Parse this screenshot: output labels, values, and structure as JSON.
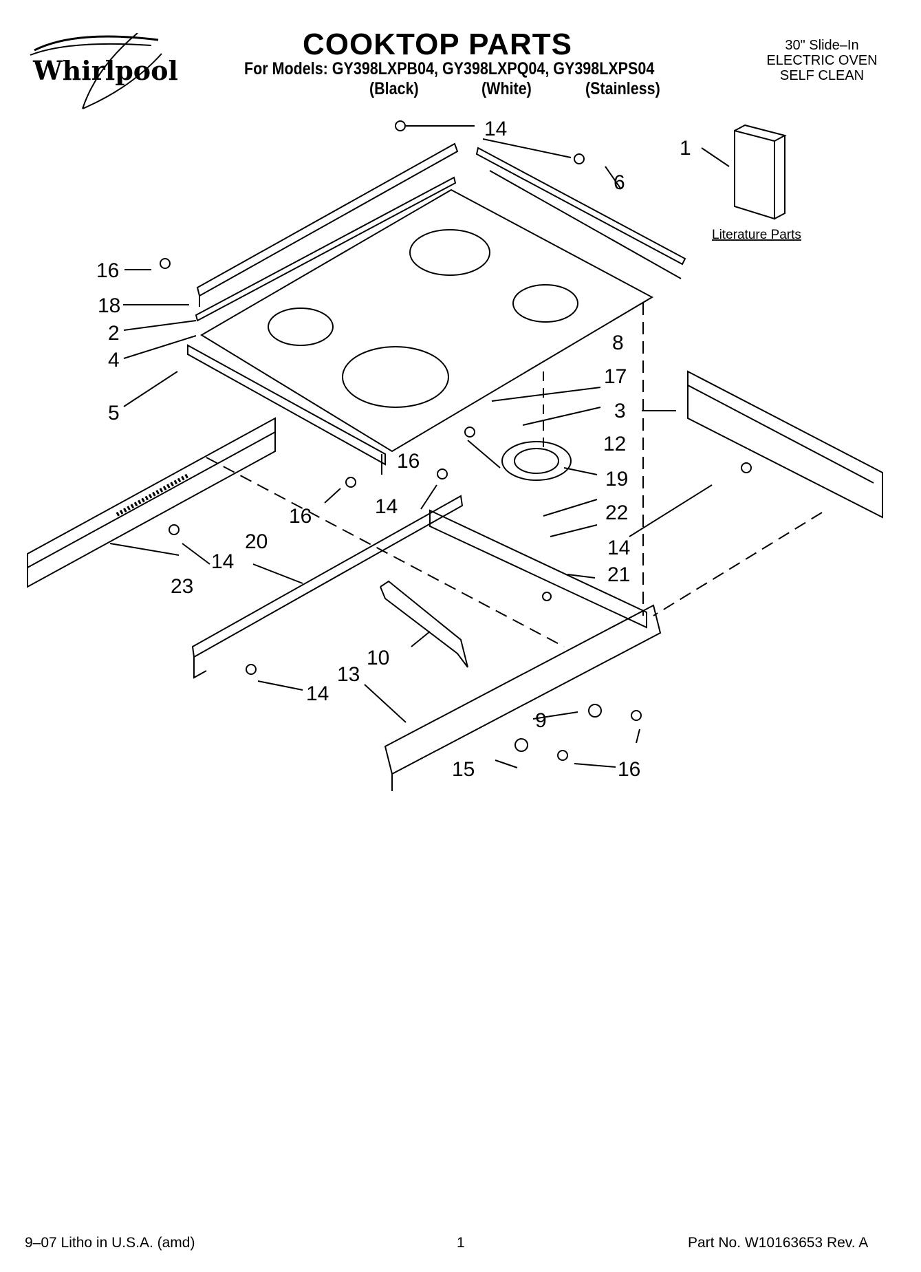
{
  "brand": {
    "name": "Whirlpool"
  },
  "header": {
    "title": "COOKTOP PARTS",
    "models_line": "For Models: GY398LXPB04, GY398LXPQ04, GY398LXPS04",
    "variants": [
      "(Black)",
      "(White)",
      "(Stainless)"
    ],
    "appliance": [
      "30\" Slide–In",
      "ELECTRIC OVEN",
      "SELF CLEAN"
    ]
  },
  "diagram": {
    "literature_label": "Literature Parts",
    "callouts": [
      "14",
      "1",
      "6",
      "16",
      "18",
      "2",
      "4",
      "5",
      "8",
      "17",
      "3",
      "16",
      "12",
      "19",
      "16",
      "14",
      "22",
      "14",
      "20",
      "14",
      "23",
      "21",
      "10",
      "13",
      "14",
      "9",
      "15",
      "16"
    ]
  },
  "footer": {
    "litho": "9–07 Litho in U.S.A. (amd)",
    "page": "1",
    "part_no": "Part No. W10163653 Rev. A"
  }
}
